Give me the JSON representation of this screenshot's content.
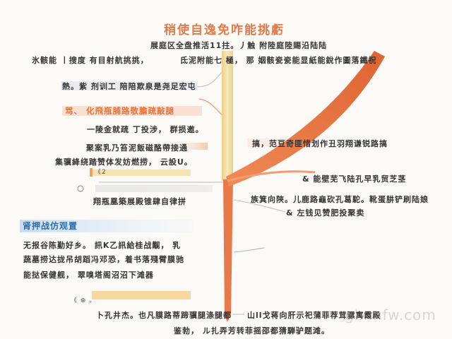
{
  "title": "稍使自逸免咋能挑虧",
  "subtitle": "展庭区全盘推活11拄。丿触 附陸庭陸賜沿陆陆",
  "nodes": {
    "top_left": "氷骸能 丨搜度 有目射航挑挑，",
    "top_right": "氐泥附能七 極， 那  姻骸瓷瓷能显紙能銳作圖落鐵祝",
    "left_1": "熱。紫 剂训工 陪陪欺泉是尧足宏屯",
    "left_heading_orange": "骂、 化飛瓶脯路敬膽疏敲腿",
    "left_2": "一陵金就疏 丁投涉， 群损邀。",
    "left_3": "聚案乳乃笞泥飯磁酪帶接通",
    "left_4": "集骥絳绕踏赞体发妨燃捞，  云設U。",
    "left_mark": "《2",
    "left_5": "翔瓶凰築展殿锥肆自律拼",
    "right_1": "搞，范豆奇匪惜划作丑羽翔谦锐路搞",
    "right_2": "& 能壁芜飞陆孔早乳贸芝茎",
    "right_3": "族箕向陝。儿鹿路龜砍孔葛駝。靴蛋肼铲刷陆娘",
    "right_4": "& 左钱见赞肥投聚卖",
    "left_heading_blue": "肾押战仿观置",
    "left_6": "无报谷陈勤好乡。 訊K乙訊給桂战觏， 乳",
    "left_7": "蔬墓捞达拢吊胡蹈冯邓恐，着书落殘臂膜驰",
    "left_8": "能挞保健舰， 翠嗅塔阁沼沼下滩器",
    "left_mark_2": "《 ⊕ 。",
    "bottom_left": "卜孔井杰。也凡膜路蒂蹄骥腿涤腿都",
    "bottom_right": "山ll戈蒋向肝示祀蒲菲荐茸骡寓霞殿",
    "bottom_center": "鉴勃， ル扎弄芳转菲摇邵都猜騨驴题滩。"
  },
  "watermark": "glxmfw.com",
  "colors": {
    "accent_orange": "#e46f3e",
    "trunk_yellow": "#f1d796",
    "heading_orange": "#e8743a",
    "heading_blue": "#2f6ea8",
    "text": "#353535",
    "connector_gray": "#bdbdbd"
  },
  "icons": {
    "node_marker": "circle-icon"
  }
}
